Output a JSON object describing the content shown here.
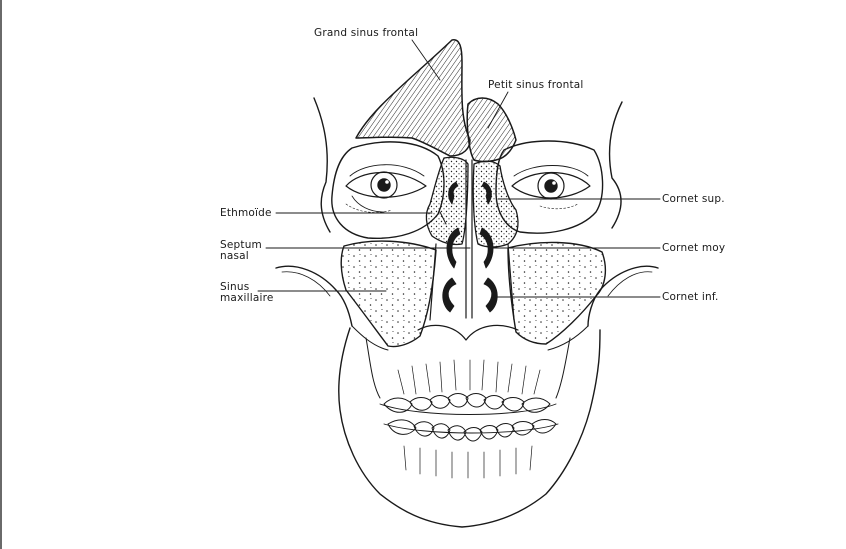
{
  "labels": {
    "grand_sinus_frontal": "Grand sinus frontal",
    "petit_sinus_frontal": "Petit sinus frontal",
    "ethmoide": "Ethmoïde",
    "septum_line1": "Septum",
    "septum_line2": "nasal",
    "sinus_line1": "Sinus",
    "sinus_line2": "maxillaire",
    "cornet_sup": "Cornet sup.",
    "cornet_moy": "Cornet moy",
    "cornet_inf": "Cornet inf."
  },
  "colors": {
    "ink": "#1a1a1a",
    "hatch": "#2a2a2a",
    "paper": "#ffffff",
    "border": "#6a6a6a"
  }
}
